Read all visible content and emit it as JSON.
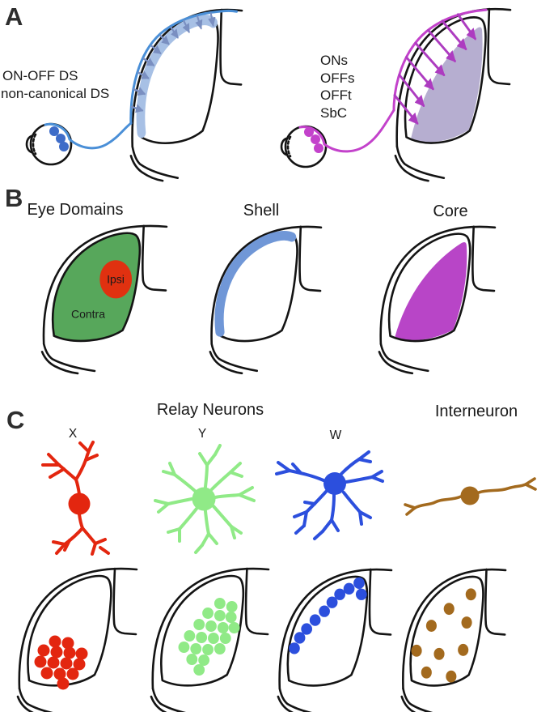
{
  "figure": {
    "panel_a": {
      "label": "A",
      "left_projection_labels": [
        "ON-OFF DS",
        "non-canonical DS"
      ],
      "right_projection_labels": [
        "ONs",
        "OFFs",
        "OFFt",
        "SbC"
      ]
    },
    "panel_b": {
      "label": "B",
      "titles": {
        "left": "Eye Domains",
        "middle": "Shell",
        "right": "Core"
      },
      "regions": {
        "ipsi": "Ipsi",
        "contra": "Contra"
      }
    },
    "panel_c": {
      "label": "C",
      "relay_title": "Relay Neurons",
      "interneuron_title": "Interneuron",
      "neuron_type_labels": {
        "x": "X",
        "y": "Y",
        "w": "W"
      }
    }
  },
  "colors": {
    "outline": "#141414",
    "ink": "#1a1a1a",
    "axon_blue": "#4a8fd7",
    "band_blue": "#a7c0e5",
    "arrow_slate": "#7a8fc1",
    "rgc_blue": "#3e6cc8",
    "magenta": "#c342cb",
    "arrow_magenta": "#ad3cc0",
    "core_lavender": "#b6aed0",
    "contra_green": "#57a75b",
    "ipsi_red": "#e03110",
    "shell_blue": "#7097d7",
    "core_magenta": "#b845c7",
    "x_red": "#e3260f",
    "y_green": "#90ea87",
    "w_blue": "#2c4fdd",
    "brown": "#a36a1e"
  }
}
